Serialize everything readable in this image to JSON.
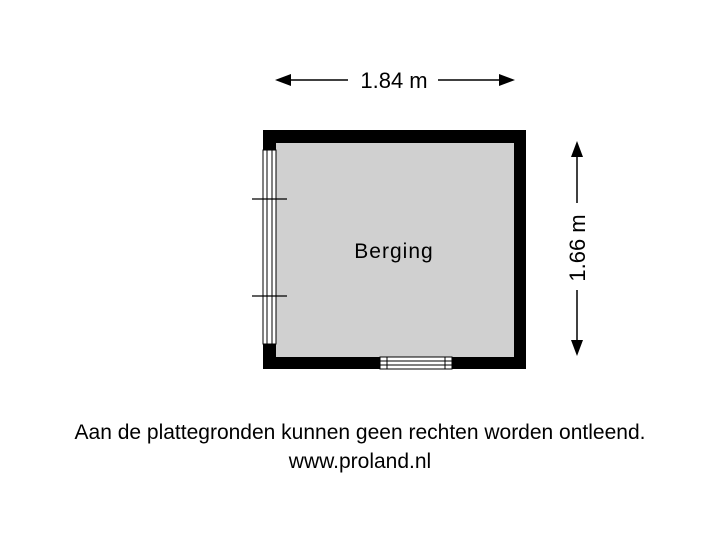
{
  "floorplan": {
    "room": {
      "label": "Berging"
    },
    "dimensions": {
      "width": "1.84 m",
      "depth": "1.66 m"
    },
    "colors": {
      "wall": "#000000",
      "floor": "#d0d0d0",
      "background": "#ffffff"
    }
  },
  "footer": {
    "disclaimer": "Aan de plattegronden kunnen geen rechten worden ontleend.",
    "website": "www.proland.nl"
  }
}
